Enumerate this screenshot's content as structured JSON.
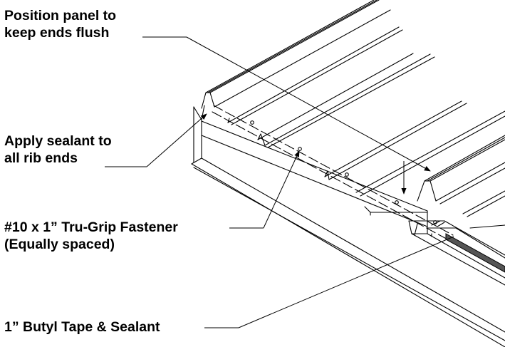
{
  "colors": {
    "stroke": "#000000",
    "text": "#000000",
    "tape": "#555555",
    "background": "#ffffff"
  },
  "callouts": [
    {
      "id": "position-panel",
      "lines": [
        "Position panel to",
        "keep ends flush"
      ]
    },
    {
      "id": "apply-sealant",
      "lines": [
        "Apply sealant to",
        "all rib ends"
      ]
    },
    {
      "id": "fastener",
      "lines": [
        "#10 x 1” Tru-Grip Fastener",
        "(Equally spaced)"
      ]
    },
    {
      "id": "butyl-tape",
      "lines": [
        "1” Butyl Tape & Sealant"
      ]
    }
  ]
}
